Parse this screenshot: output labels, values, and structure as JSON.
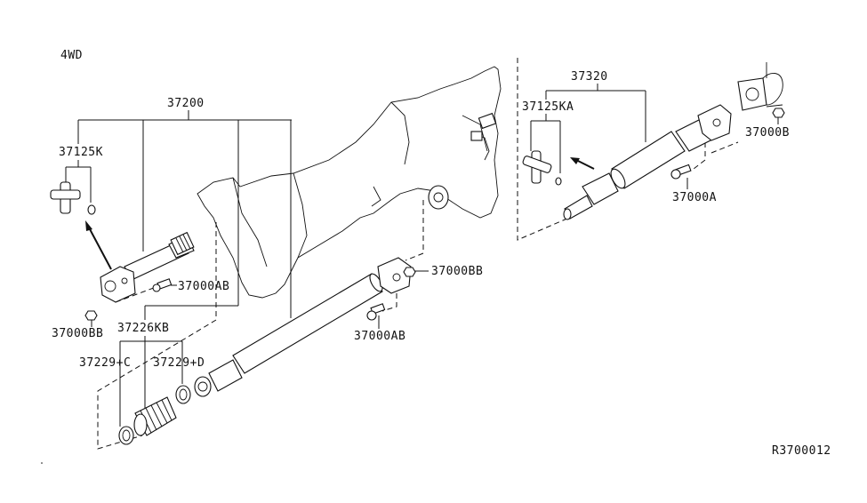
{
  "diagram": {
    "variant_label": "4WD",
    "reference_code": "R3700012",
    "callouts": {
      "front_shaft_assembly": "37200",
      "front_spider_kit": "37125K",
      "front_bolt": "37000AB",
      "front_nut": "37000BB",
      "boot_kit": "37226KB",
      "boot_band_c": "37229+C",
      "boot_band_d": "37229+D",
      "center_nut": "37000BB",
      "center_bolt": "37000AB",
      "rear_shaft_assembly": "37320",
      "rear_spider_kit": "37125KA",
      "rear_bolt": "37000A",
      "rear_nut": "37000B"
    }
  }
}
